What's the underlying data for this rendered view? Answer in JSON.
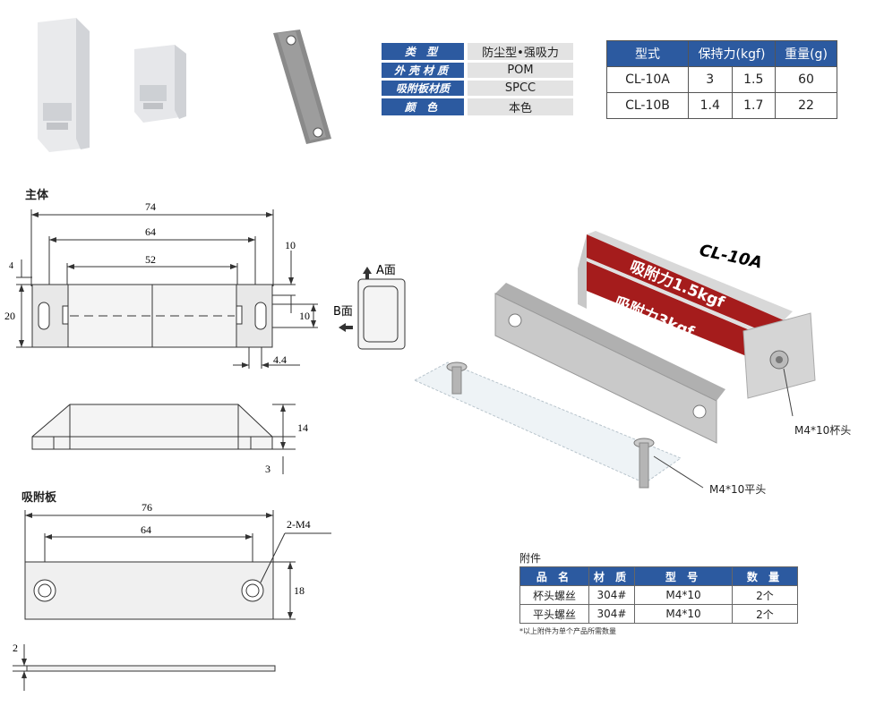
{
  "spec_table": [
    {
      "key": "类 型",
      "value": "防尘型•强吸力"
    },
    {
      "key": "外壳材质",
      "value": "POM"
    },
    {
      "key": "吸附板材质",
      "value": "SPCC"
    },
    {
      "key": "颜 色",
      "value": "本色"
    }
  ],
  "model_table": {
    "headers": [
      "型式",
      "保持力(kgf)",
      "重量(g)"
    ],
    "rows": [
      {
        "model": "CL-10A",
        "force_a": "3",
        "force_b": "1.5",
        "weight": "60"
      },
      {
        "model": "CL-10B",
        "force_a": "1.4",
        "force_b": "1.7",
        "weight": "22"
      }
    ]
  },
  "sections": {
    "body": "主体",
    "plate": "吸附板"
  },
  "body_dims": {
    "d74": "74",
    "d64": "64",
    "d52": "52",
    "d10a": "10",
    "d20": "20",
    "d10b": "10",
    "d4": "4",
    "d44": "4.4",
    "d14": "14",
    "d3": "3",
    "face_a": "A面",
    "face_b": "B面"
  },
  "plate_dims": {
    "d76": "76",
    "d64": "64",
    "d18": "18",
    "m4": "2-M4",
    "d2": "2"
  },
  "product_render": {
    "model": "CL-10A",
    "label_top": "吸附力1.5kgf",
    "label_bottom": "吸附力3kgf",
    "screw1": "M4*10杯头",
    "screw2": "M4*10平头"
  },
  "accessories": {
    "title": "附件",
    "headers": [
      "品 名",
      "材 质",
      "型 号",
      "数 量"
    ],
    "rows": [
      {
        "name": "杯头螺丝",
        "material": "304#",
        "model": "M4*10",
        "qty": "2个"
      },
      {
        "name": "平头螺丝",
        "material": "304#",
        "model": "M4*10",
        "qty": "2个"
      }
    ],
    "note": "*以上附件为单个产品所需数量"
  },
  "colors": {
    "header_blue": "#2c5aa0",
    "label_red": "#a51c1c",
    "cell_gray": "#e3e3e3"
  }
}
